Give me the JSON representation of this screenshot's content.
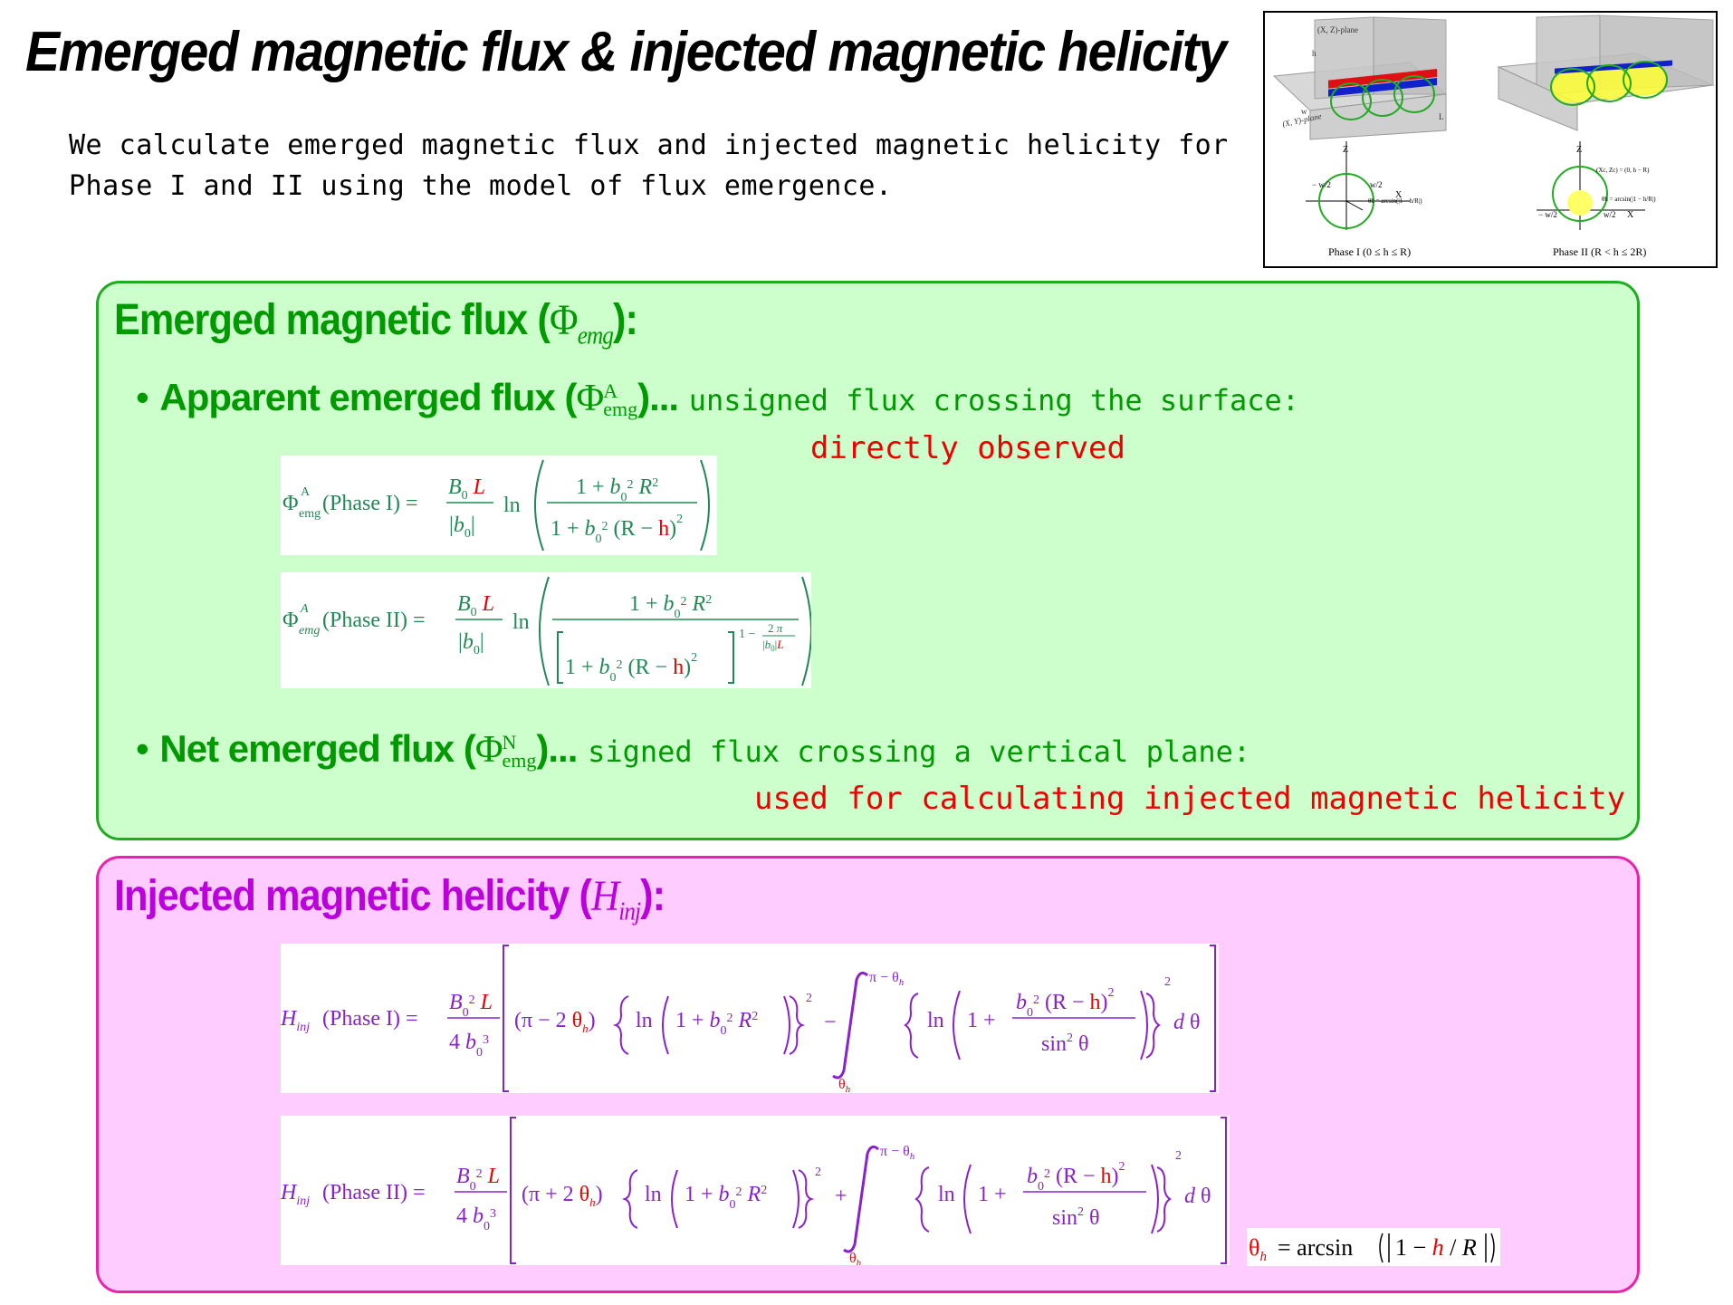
{
  "title": "Emerged magnetic flux & injected magnetic helicity",
  "intro": "We calculate emerged magnetic flux and injected magnetic helicity for Phase I and II using the model of flux emergence.",
  "figure": {
    "labels": {
      "xz_plane": "(X, Z)-plane",
      "xy_plane": "(X, Y)-plane",
      "h": "h",
      "L": "L",
      "w": "w",
      "z": "Z",
      "x": "X",
      "minus_w2": "− w/2",
      "w2": "w/2",
      "theta_formula": "θh = arcsin(|1 − h/R|)",
      "xc_zc": "(Xc, Zc) = (0, h − R)"
    },
    "phase1_caption": "Phase I (0 ≤ h ≤ R)",
    "phase2_caption": "Phase II (R < h ≤ 2R)"
  },
  "green_panel": {
    "heading": "Emerged magnetic flux (",
    "heading_symbol": "Φ",
    "heading_sub": "emg",
    "heading_end": "):",
    "apparent": {
      "bullet": "•",
      "label": "Apparent emerged flux (",
      "sym_sup": "A",
      "sym_sub": "emg",
      "label_end": ")...",
      "desc": "unsigned flux crossing the surface:",
      "note": "directly observed"
    },
    "net": {
      "bullet": "•",
      "label": "Net emerged flux (",
      "sym_sup": "N",
      "sym_sub": "emg",
      "label_end": ")...",
      "desc": "signed flux crossing a vertical plane:",
      "note": "used for calculating injected magnetic helicity"
    },
    "eq1": {
      "lhs_phase": "(Phase I) =",
      "h": "h"
    },
    "eq2": {
      "lhs_phase": "(Phase II) =",
      "h": "h"
    }
  },
  "pink_panel": {
    "heading": "Injected magnetic helicity (",
    "heading_symbol": "H",
    "heading_sub": "inj",
    "heading_end": "):",
    "eq3": {
      "lhs_phase": "(Phase I) =",
      "op": "−"
    },
    "eq4": {
      "lhs_phase": "(Phase II) =",
      "op": "+"
    },
    "theta_def": "= arcsin"
  },
  "colors": {
    "green_fill": "#ccffcc",
    "green_border": "#22aa22",
    "green_text": "#009900",
    "pink_fill": "#ffccff",
    "pink_border": "#ee22aa",
    "purple_text": "#bb00dd",
    "red": "#ee0000",
    "eq_green": "#228855",
    "eq_purple": "#8822cc"
  }
}
